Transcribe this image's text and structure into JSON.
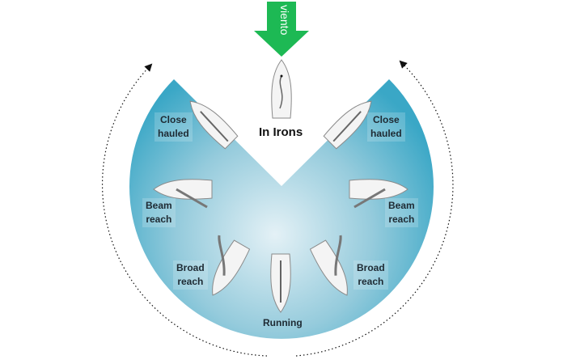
{
  "wind": {
    "label": "viento",
    "color": "#1db954"
  },
  "sector_color": "#3aa7c6",
  "points": {
    "in_irons": "In Irons",
    "close_hauled_left": [
      "Close",
      "hauled"
    ],
    "close_hauled_right": [
      "Close",
      "hauled"
    ],
    "beam_reach_left": [
      "Beam",
      "reach"
    ],
    "beam_reach_right": [
      "Beam",
      "reach"
    ],
    "broad_reach_left": [
      "Broad",
      "reach"
    ],
    "broad_reach_right": [
      "Broad",
      "reach"
    ],
    "running": "Running"
  }
}
